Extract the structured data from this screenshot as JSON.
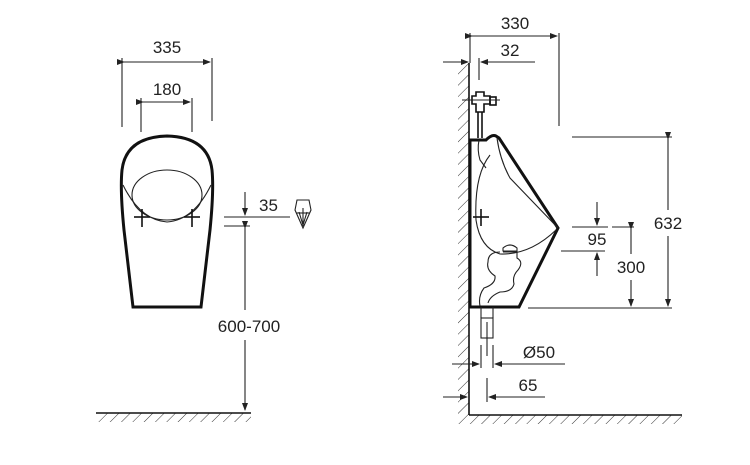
{
  "front_view": {
    "dimensions": {
      "overall_width": "335",
      "fixing_centres": "180",
      "fixing_offset": "35",
      "mounting_height": "600-700"
    },
    "icons": [
      "fixing-screw-icon"
    ]
  },
  "side_view": {
    "dimensions": {
      "projection": "330",
      "valve_offset": "32",
      "height": "632",
      "outlet_offset": "95",
      "outlet_height": "300",
      "waste_diameter": "Ø50",
      "waste_offset": "65"
    }
  },
  "colors": {
    "line": "#111111",
    "background": "#ffffff"
  }
}
